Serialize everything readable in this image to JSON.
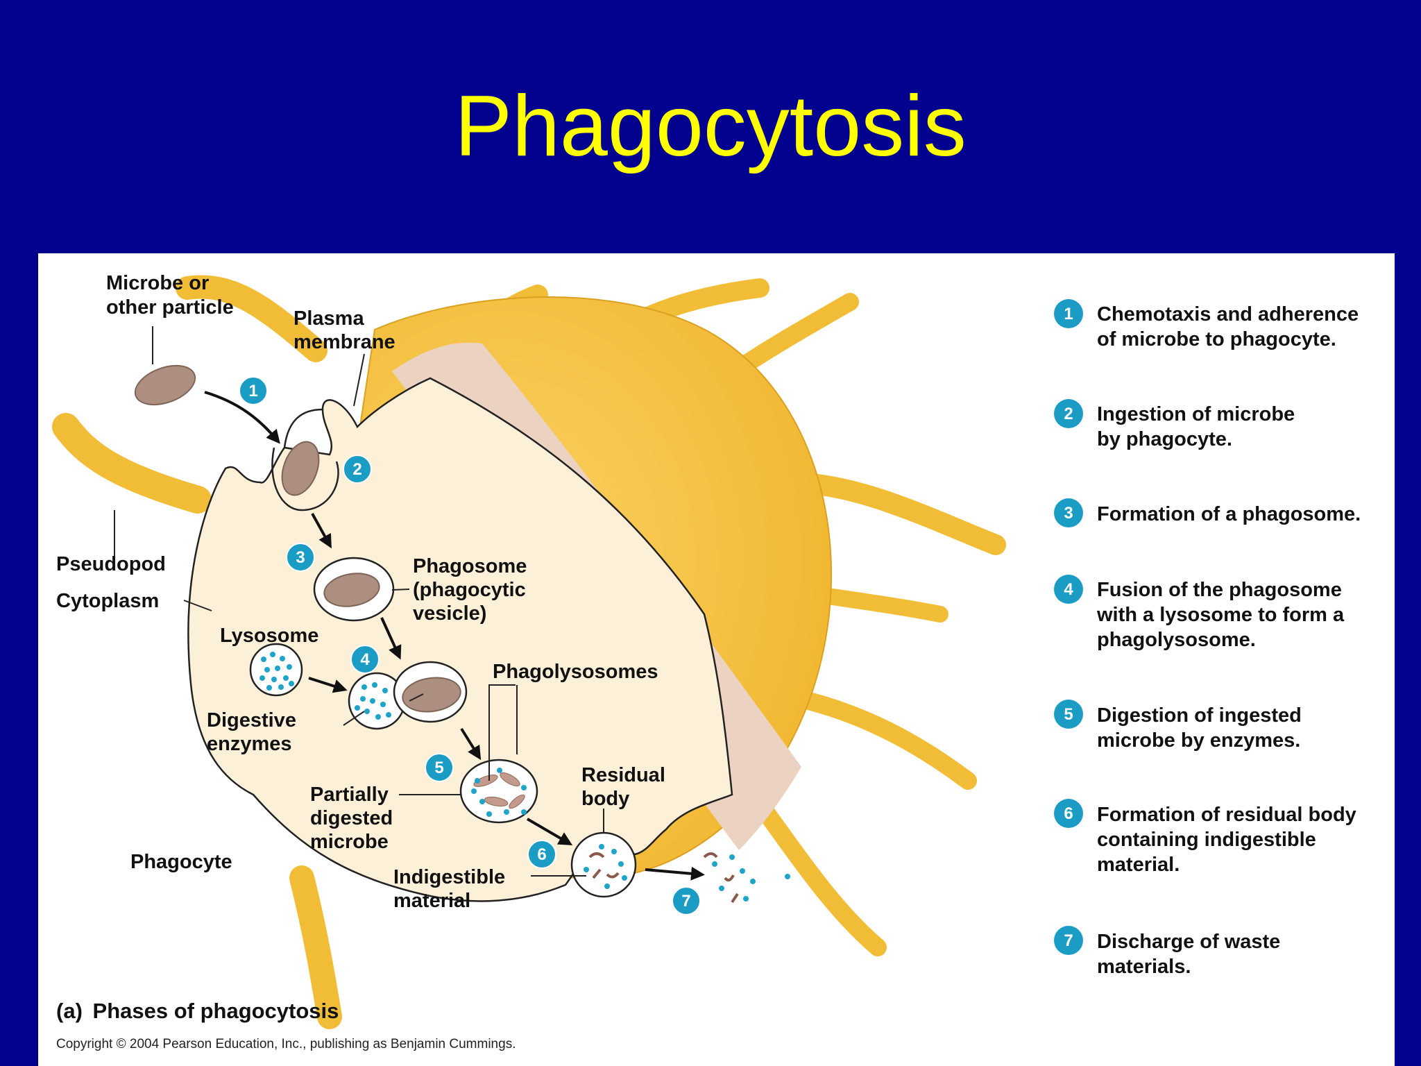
{
  "title": "Phagocytosis",
  "labels": {
    "microbe": [
      "Microbe or",
      "other particle"
    ],
    "plasma_membrane": [
      "Plasma",
      "membrane"
    ],
    "pseudopod": "Pseudopod",
    "cytoplasm": "Cytoplasm",
    "lysosome": "Lysosome",
    "phagosome": [
      "Phagosome",
      "(phagocytic",
      "vesicle)"
    ],
    "phagolysosomes": "Phagolysosomes",
    "digestive_enzymes": [
      "Digestive",
      "enzymes"
    ],
    "partially_digested": [
      "Partially",
      "digested",
      "microbe"
    ],
    "residual_body": [
      "Residual",
      "body"
    ],
    "indigestible": [
      "Indigestible",
      "material"
    ],
    "phagocyte": "Phagocyte"
  },
  "step_numbers": [
    "1",
    "2",
    "3",
    "4",
    "5",
    "6",
    "7"
  ],
  "legend": [
    {
      "num": "1",
      "lines": [
        "Chemotaxis and adherence",
        "of microbe to phagocyte."
      ]
    },
    {
      "num": "2",
      "lines": [
        "Ingestion of microbe",
        "by phagocyte."
      ]
    },
    {
      "num": "3",
      "lines": [
        "Formation of a phagosome."
      ]
    },
    {
      "num": "4",
      "lines": [
        "Fusion of the phagosome",
        "with a lysosome to form a",
        "phagolysosome."
      ]
    },
    {
      "num": "5",
      "lines": [
        "Digestion of ingested",
        "microbe by enzymes."
      ]
    },
    {
      "num": "6",
      "lines": [
        "Formation of residual body",
        "containing indigestible",
        "material."
      ]
    },
    {
      "num": "7",
      "lines": [
        "Discharge of waste",
        "materials."
      ]
    }
  ],
  "caption": {
    "part": "(a)",
    "text": "Phases of phagocytosis"
  },
  "copyright": "Copyright © 2004 Pearson Education, Inc., publishing as Benjamin Cummings.",
  "colors": {
    "background": "#02028f",
    "title": "#ffff00",
    "cell_outer": "#f6c442",
    "cell_inner": "#fdf1dc",
    "microbe": "#b08f80",
    "enzyme_dots": "#1ea3c9",
    "step_badge": "#1b9cc4"
  }
}
